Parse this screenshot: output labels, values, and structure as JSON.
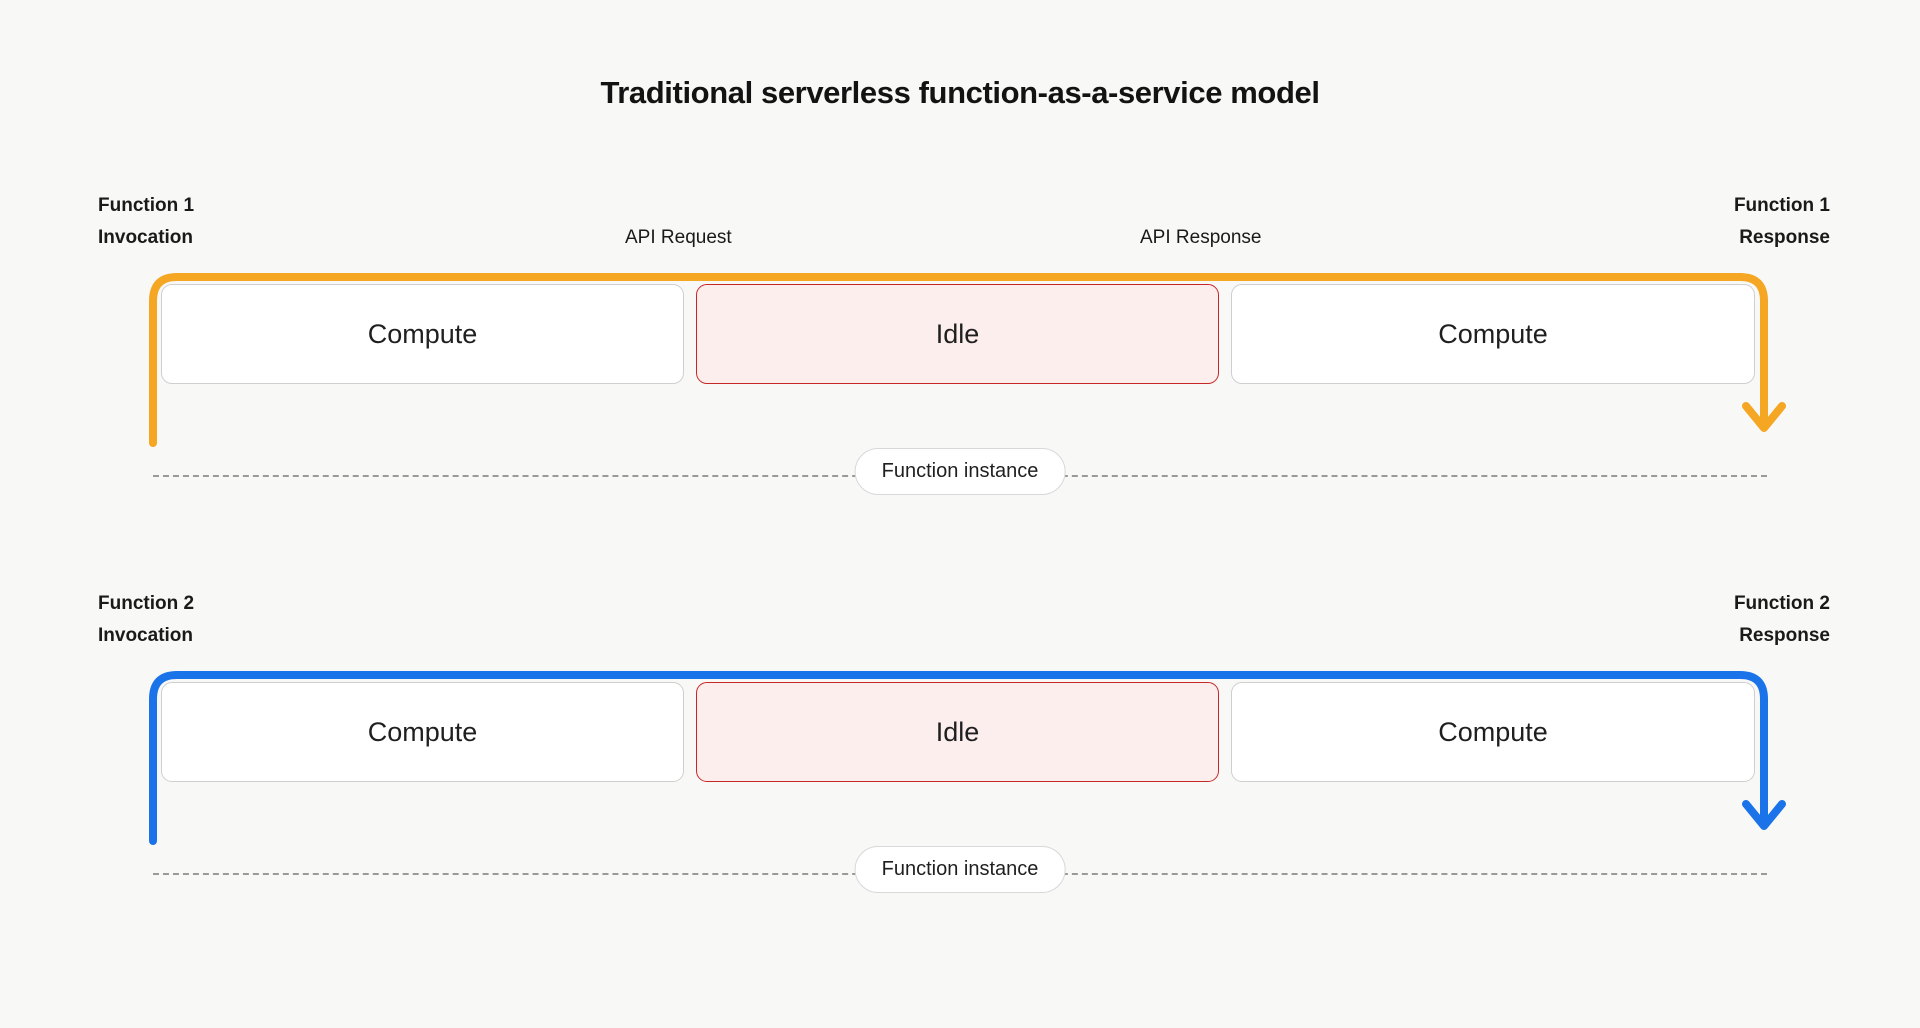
{
  "title": "Traditional serverless function-as-a-service model",
  "colors": {
    "background": "#f8f8f7",
    "function1_track": "#f5a623",
    "function2_track": "#1a73e8",
    "idle_fill": "#fdeeee",
    "idle_border": "#c62828",
    "compute_fill": "#ffffff",
    "compute_border": "#cfcfcf",
    "dashed_line": "#9a9a9a",
    "text": "#1a1a1a"
  },
  "rows": [
    {
      "id": "function-1",
      "track_color": "#f5a623",
      "invocation_label": "Function 1\nInvocation",
      "response_label": "Function 1\nResponse",
      "middle_labels": [
        "API Request",
        "API Response"
      ],
      "segments": [
        {
          "label": "Compute",
          "kind": "compute"
        },
        {
          "label": "Idle",
          "kind": "idle"
        },
        {
          "label": "Compute",
          "kind": "compute"
        }
      ],
      "instance_label": "Function instance"
    },
    {
      "id": "function-2",
      "track_color": "#1a73e8",
      "invocation_label": "Function 2\nInvocation",
      "response_label": "Function 2\nResponse",
      "middle_labels": [
        "",
        ""
      ],
      "segments": [
        {
          "label": "Compute",
          "kind": "compute"
        },
        {
          "label": "Idle",
          "kind": "idle"
        },
        {
          "label": "Compute",
          "kind": "compute"
        }
      ],
      "instance_label": "Function instance"
    }
  ]
}
